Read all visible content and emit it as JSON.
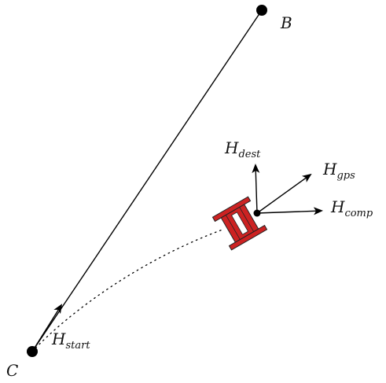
{
  "colors": {
    "line": "#000000",
    "robot_body": "#cc2222",
    "robot_stroke": "#222222",
    "robot_window": "#ffffff"
  },
  "points": {
    "B": {
      "label": "B"
    },
    "C": {
      "label": "C"
    }
  },
  "vectors": {
    "dest": {
      "base": "H",
      "sub": "dest"
    },
    "gps": {
      "base": "H",
      "sub": "gps"
    },
    "comp": {
      "base": "H",
      "sub": "comp"
    },
    "start": {
      "base": "H",
      "sub": "start"
    }
  }
}
